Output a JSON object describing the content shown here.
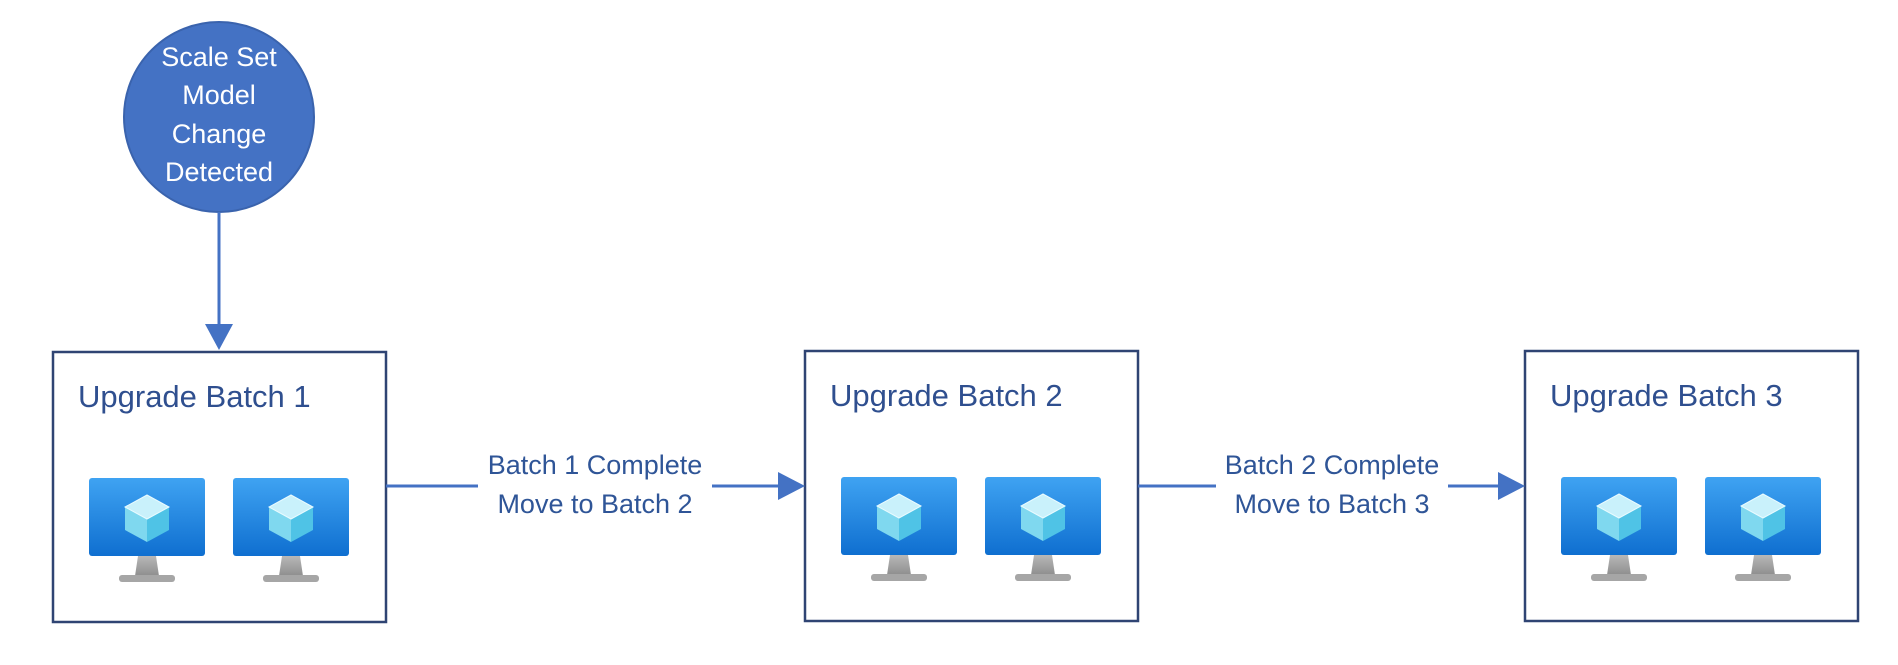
{
  "start_node": {
    "lines": [
      "Scale Set",
      "Model",
      "Change",
      "Detected"
    ]
  },
  "batches": [
    {
      "title": "Upgrade Batch 1",
      "vm_icons": [
        "vm-icon",
        "vm-icon"
      ]
    },
    {
      "title": "Upgrade Batch 2",
      "vm_icons": [
        "vm-icon",
        "vm-icon"
      ]
    },
    {
      "title": "Upgrade Batch 3",
      "vm_icons": [
        "vm-icon",
        "vm-icon"
      ]
    }
  ],
  "transitions": [
    {
      "line1": "Batch 1 Complete",
      "line2": "Move to Batch 2"
    },
    {
      "line1": "Batch 2 Complete",
      "line2": "Move to Batch 3"
    }
  ],
  "colors": {
    "circle_fill": "#4472c4",
    "arrow": "#4472c4",
    "box_border": "#2f4473",
    "title_text": "#2f4f8f",
    "label_text": "#2f5597",
    "monitor_blue": "#1e88e5",
    "cube": "#7fd8ef",
    "stand_gray": "#a6a6a6"
  }
}
